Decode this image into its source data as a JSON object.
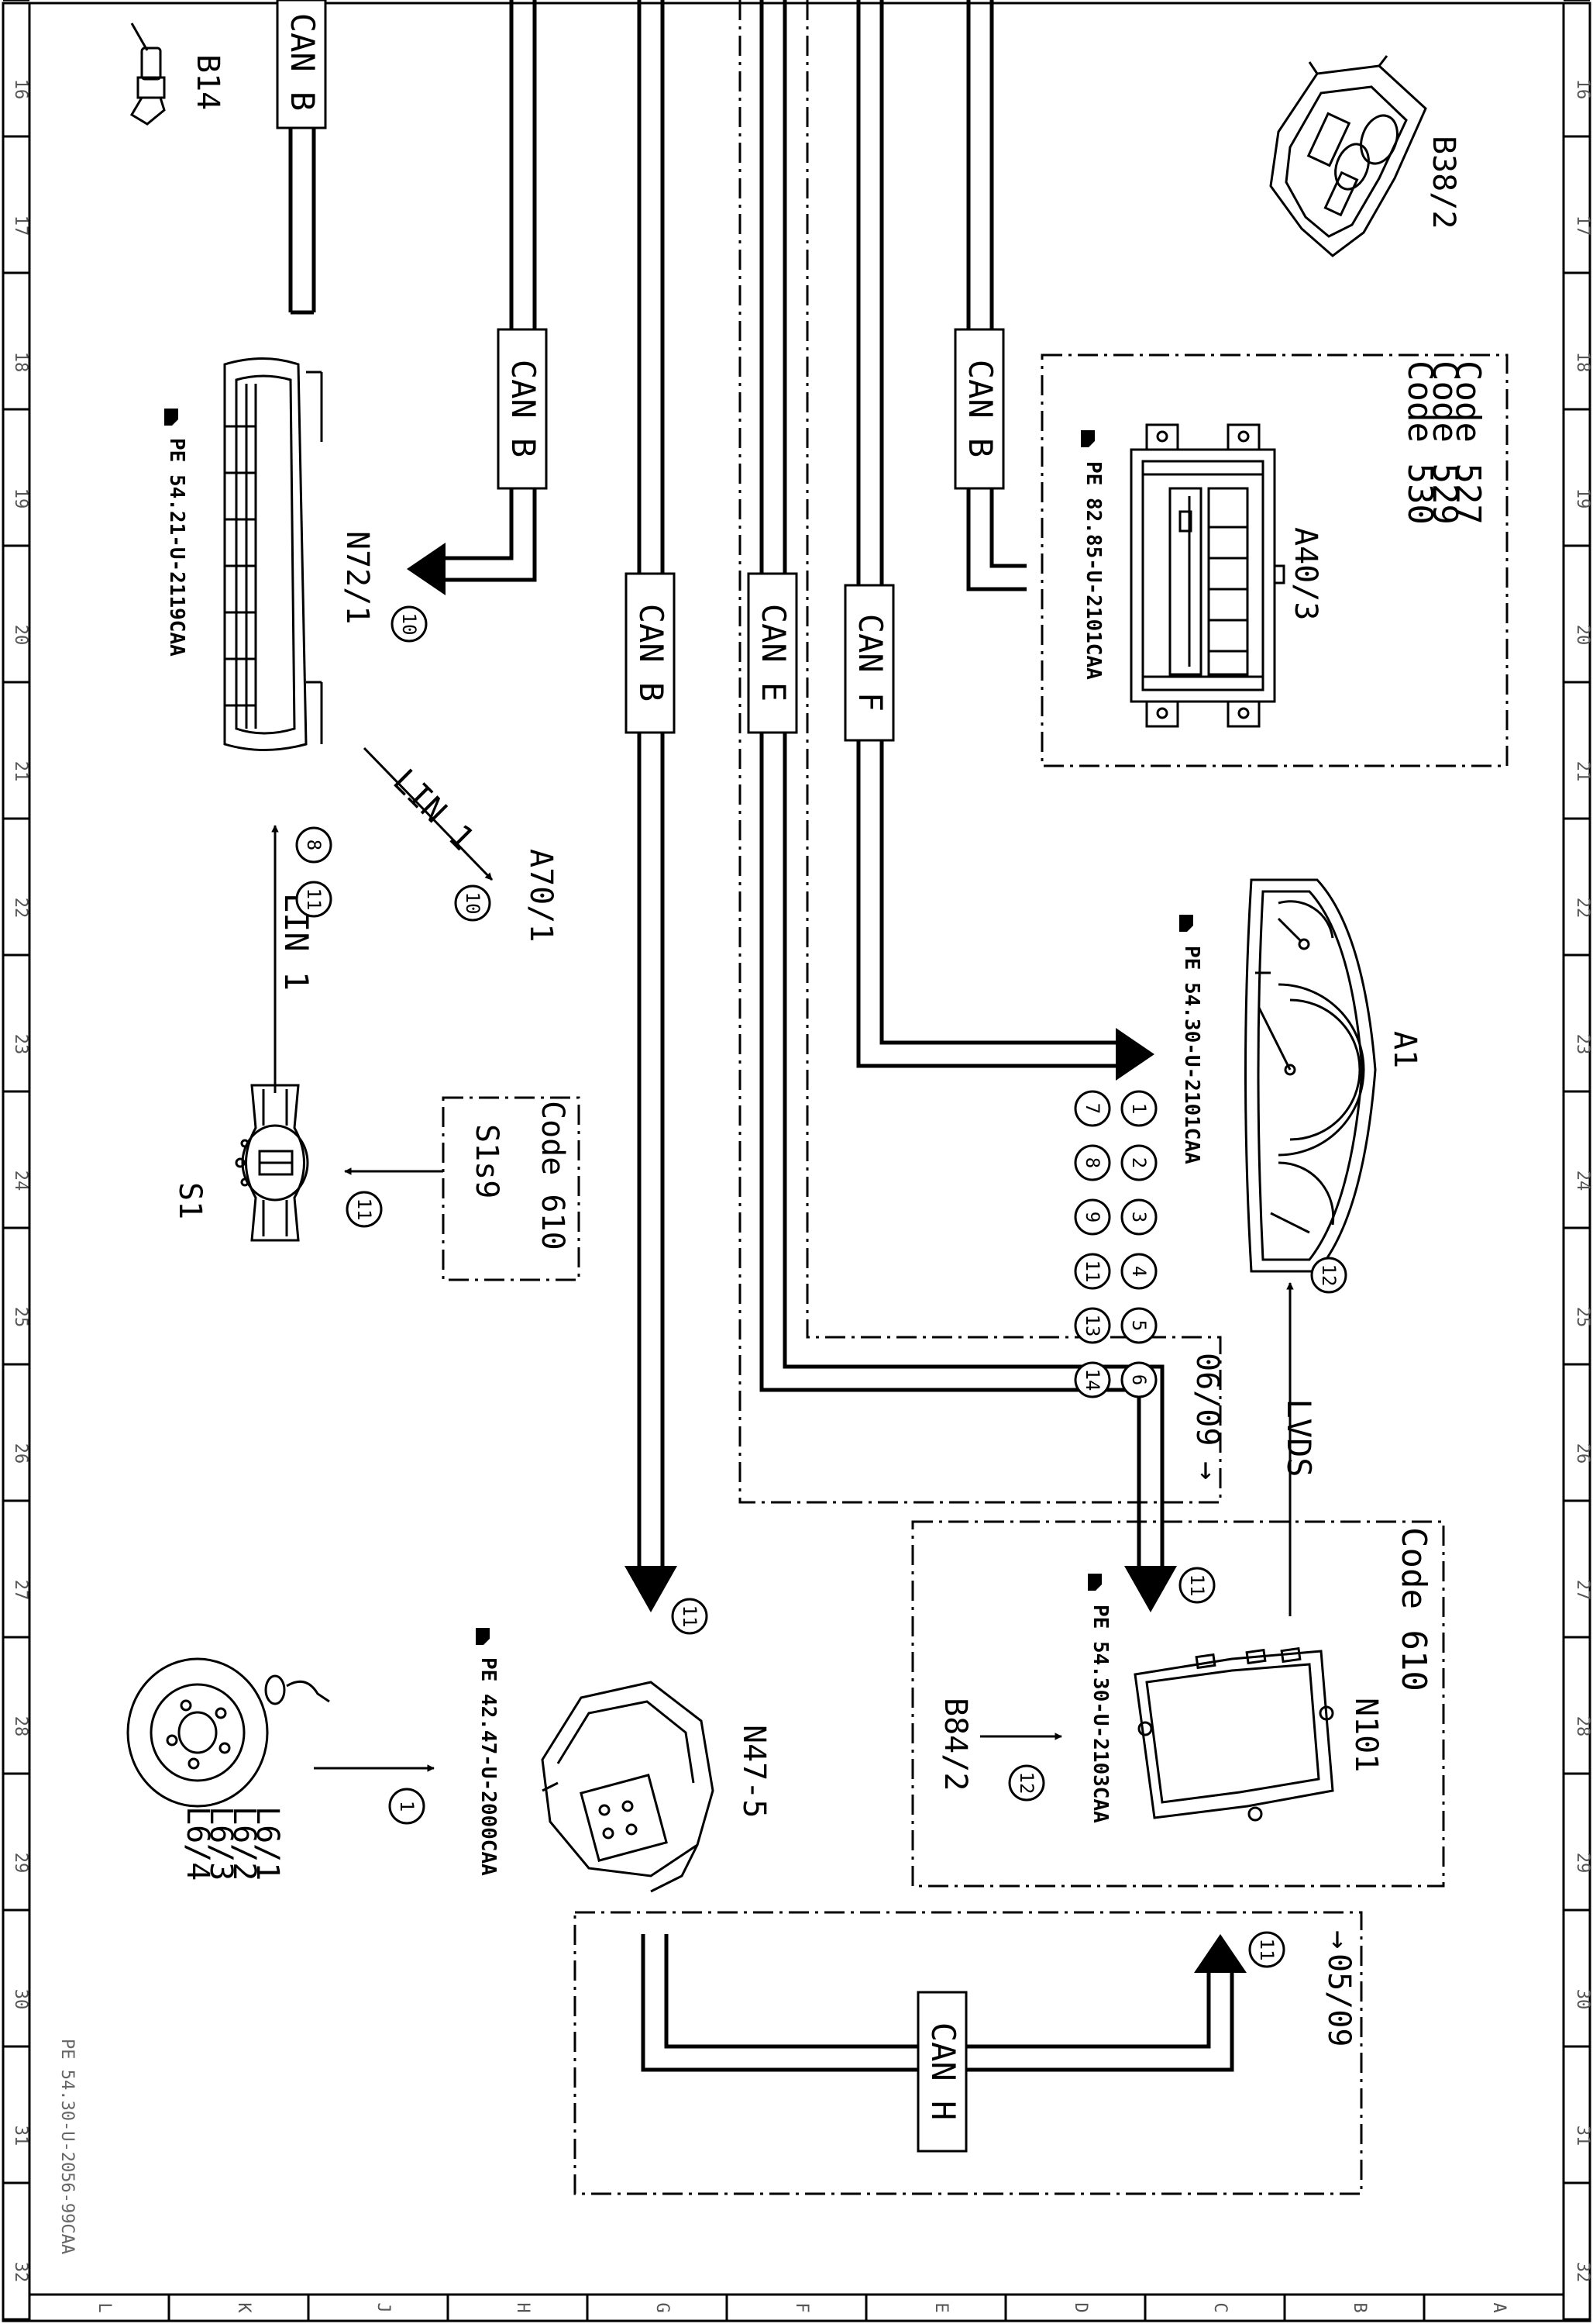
{
  "border": {
    "row_numbers": [
      "16",
      "17",
      "18",
      "19",
      "20",
      "21",
      "22",
      "23",
      "24",
      "25",
      "26",
      "27",
      "28",
      "29",
      "30",
      "31",
      "32"
    ],
    "column_letters": [
      "L",
      "K",
      "J",
      "H",
      "G",
      "F",
      "E",
      "D",
      "C",
      "B",
      "A"
    ]
  },
  "buses": {
    "can_b": "CAN B",
    "can_e": "CAN E",
    "can_f": "CAN F",
    "can_h": "CAN H",
    "lin_1": "LIN 1",
    "lvds": "LVDS"
  },
  "components": {
    "b14": "B14",
    "b38_2": "B38/2",
    "a40_3": "A40/3",
    "a40_3_codes": [
      "Code 527",
      "Code 529",
      "Code 530"
    ],
    "a40_3_ref": "PE 82.85-U-2101CAA",
    "n72_1": "N72/1",
    "n72_1_ref": "PE 54.21-U-2119CAA",
    "a70_1": "A70/1",
    "a1": "A1",
    "a1_ref": "PE 54.30-U-2101CAA",
    "s1": "S1",
    "s1s9": "S1s9",
    "s1s9_code": "Code 610",
    "n101": "N101",
    "n101_code": "Code 610",
    "n101_ref": "PE 54.30-U-2103CAA",
    "b84_2": "B84/2",
    "n47_5": "N47-5",
    "n47_5_ref": "PE 42.47-U-2000CAA",
    "l6": [
      "L6/1",
      "L6/2",
      "L6/3",
      "L6/4"
    ]
  },
  "callouts": {
    "n72_1": "10",
    "a70_1": "10",
    "lin_a": "8",
    "lin_b": "11",
    "s1s9": "11",
    "a1_grid": [
      "1",
      "7",
      "2",
      "8",
      "3",
      "9",
      "4",
      "11",
      "5",
      "13",
      "6",
      "14"
    ],
    "lvds": "12",
    "n101": "11",
    "b84_2": "12",
    "n47_5": "11",
    "l6": "1",
    "can_h": "11"
  },
  "page_refs": {
    "upper": "06/09",
    "lower": "05/09"
  },
  "doc_ref": "PE 54.30-U-2056-99CAA"
}
